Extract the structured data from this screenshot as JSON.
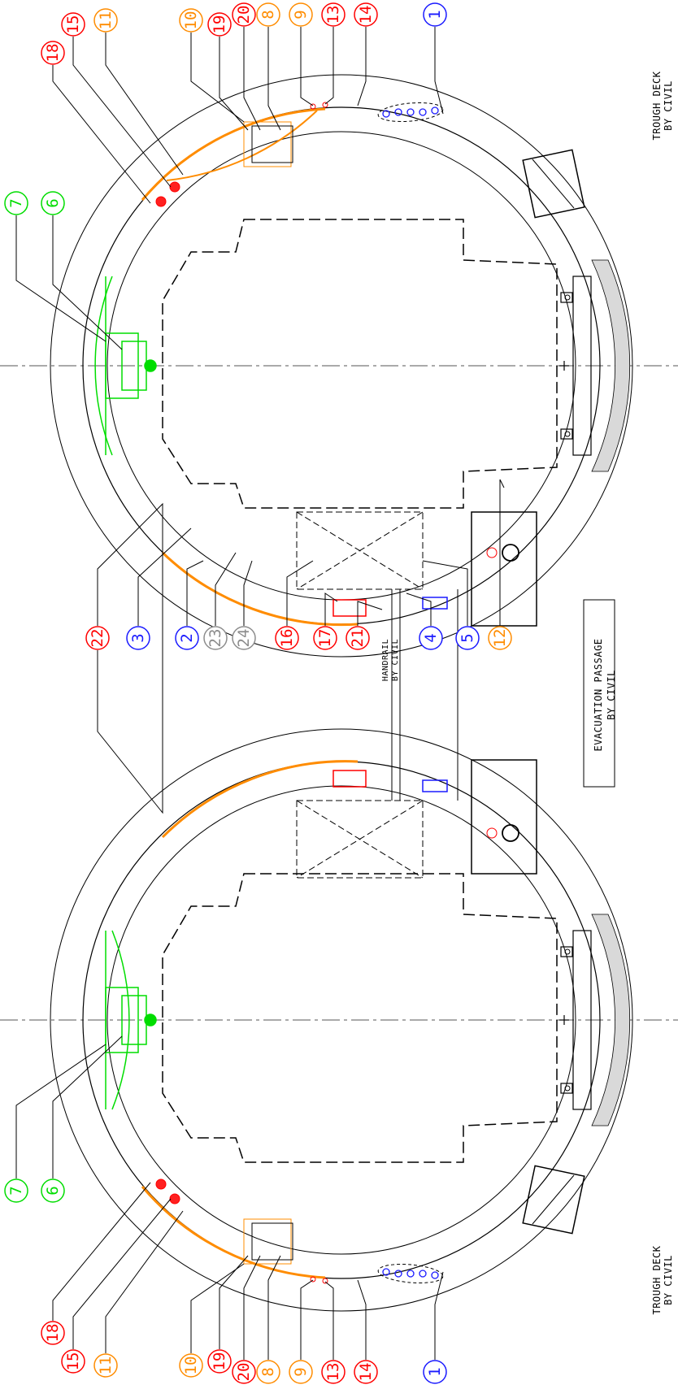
{
  "colors": {
    "background": "#ffffff",
    "linework": "#000000",
    "red": "#ff0000",
    "orange": "#ff8c00",
    "green": "#00dd00",
    "blue": "#1a1aff",
    "grey": "#8c8c8c"
  },
  "callouts": {
    "upper": [
      {
        "label": "18",
        "color": "red"
      },
      {
        "label": "15",
        "color": "red"
      },
      {
        "label": "11",
        "color": "orange"
      },
      {
        "label": "10",
        "color": "orange"
      },
      {
        "label": "19",
        "color": "red"
      },
      {
        "label": "20",
        "color": "red"
      },
      {
        "label": "8",
        "color": "orange"
      },
      {
        "label": "9",
        "color": "orange"
      },
      {
        "label": "13",
        "color": "red"
      },
      {
        "label": "14",
        "color": "red"
      },
      {
        "label": "1",
        "color": "blue"
      },
      {
        "label": "7",
        "color": "green"
      },
      {
        "label": "6",
        "color": "green"
      }
    ],
    "middle": [
      {
        "label": "22",
        "color": "red"
      },
      {
        "label": "3",
        "color": "blue"
      },
      {
        "label": "2",
        "color": "blue"
      },
      {
        "label": "23",
        "color": "grey"
      },
      {
        "label": "24",
        "color": "grey"
      },
      {
        "label": "16",
        "color": "red"
      },
      {
        "label": "17",
        "color": "red"
      },
      {
        "label": "21",
        "color": "red"
      },
      {
        "label": "4",
        "color": "blue"
      },
      {
        "label": "5",
        "color": "blue"
      },
      {
        "label": "12",
        "color": "orange"
      }
    ],
    "lower": [
      {
        "label": "7",
        "color": "green"
      },
      {
        "label": "6",
        "color": "green"
      },
      {
        "label": "18",
        "color": "red"
      },
      {
        "label": "15",
        "color": "red"
      },
      {
        "label": "11",
        "color": "orange"
      },
      {
        "label": "10",
        "color": "orange"
      },
      {
        "label": "19",
        "color": "red"
      },
      {
        "label": "20",
        "color": "red"
      },
      {
        "label": "8",
        "color": "orange"
      },
      {
        "label": "9",
        "color": "orange"
      },
      {
        "label": "13",
        "color": "red"
      },
      {
        "label": "14",
        "color": "red"
      },
      {
        "label": "1",
        "color": "blue"
      }
    ]
  },
  "notes": {
    "trough_deck_top": [
      "TROUGH DECK",
      "BY CIVIL"
    ],
    "trough_deck_bottom": [
      "TROUGH DECK",
      "BY CIVIL"
    ],
    "handrail": [
      "HANDRAIL",
      "BY CIVIL"
    ],
    "evacuation": [
      "EVACUATION PASSAGE",
      "BY CIVIL"
    ]
  }
}
